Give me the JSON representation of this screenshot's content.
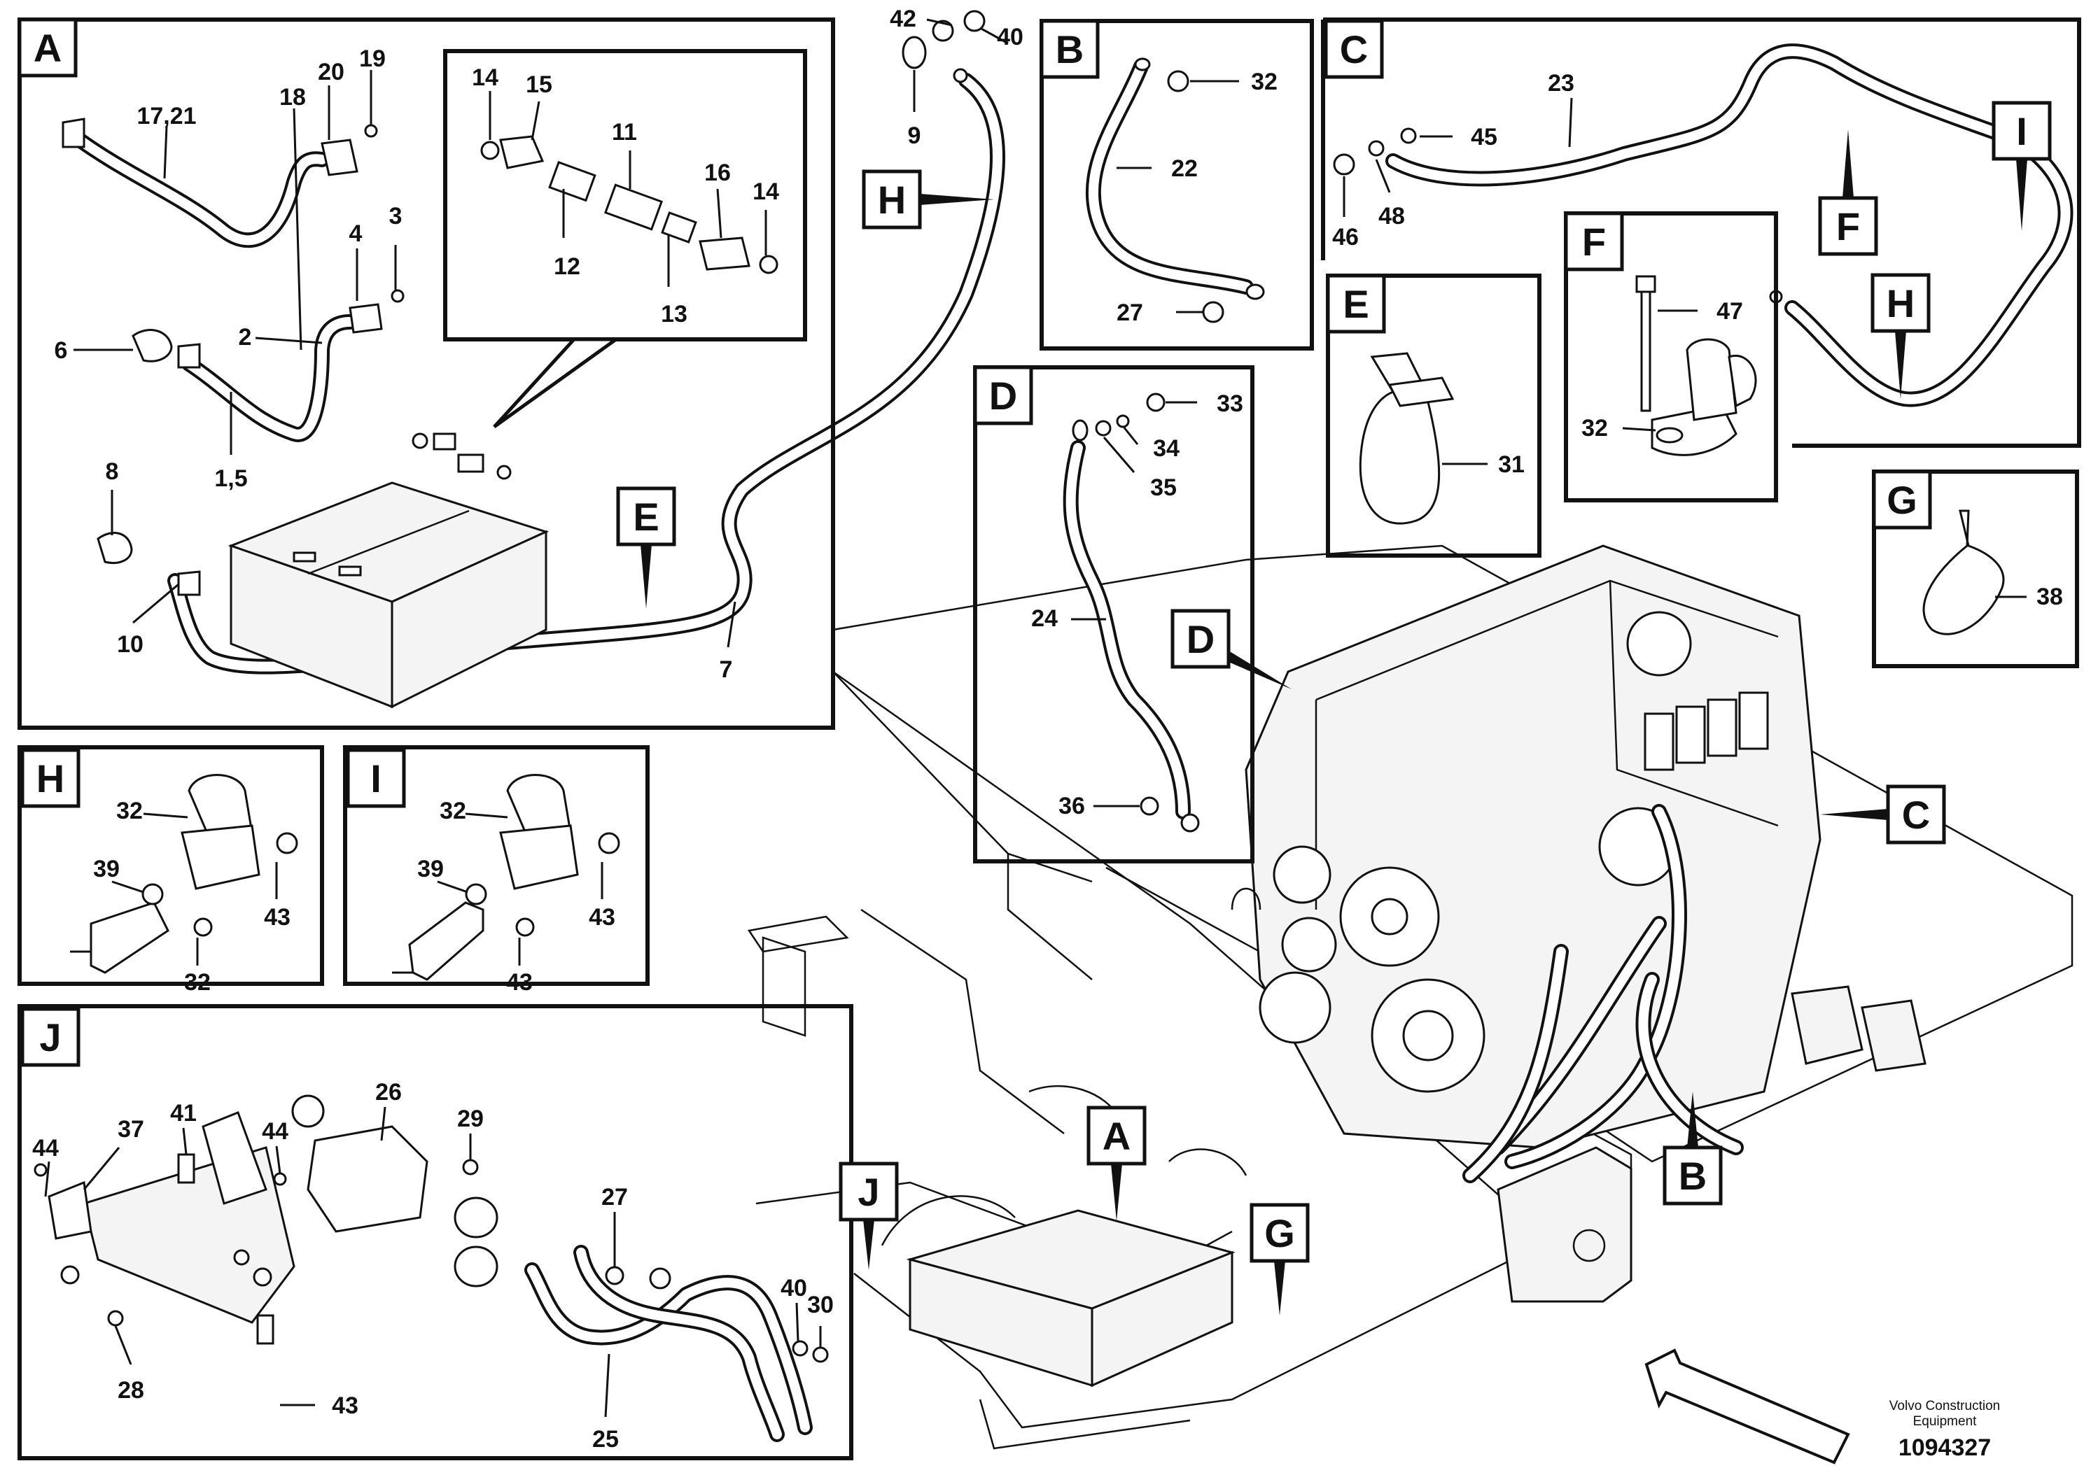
{
  "panels": {
    "A": {
      "letter": "A",
      "parts": [
        "17,21",
        "20",
        "19",
        "18",
        "14",
        "15",
        "11",
        "16",
        "14",
        "12",
        "13",
        "4",
        "3",
        "2",
        "6",
        "1,5",
        "8",
        "10",
        "7"
      ],
      "callouts": [
        "E"
      ]
    },
    "B": {
      "letter": "B",
      "parts": [
        "32",
        "22",
        "27"
      ]
    },
    "C": {
      "letter": "C",
      "parts": [
        "23",
        "45",
        "46",
        "48"
      ],
      "callouts": [
        "F",
        "I",
        "H"
      ]
    },
    "D": {
      "letter": "D",
      "parts": [
        "33",
        "34",
        "35",
        "24",
        "36"
      ]
    },
    "E": {
      "letter": "E",
      "parts": [
        "31"
      ]
    },
    "F": {
      "letter": "F",
      "parts": [
        "47",
        "32"
      ]
    },
    "G": {
      "letter": "G",
      "parts": [
        "38"
      ]
    },
    "H": {
      "letter": "H",
      "parts": [
        "32",
        "39",
        "43",
        "32"
      ]
    },
    "I": {
      "letter": "I",
      "parts": [
        "32",
        "39",
        "43",
        "43"
      ]
    },
    "J": {
      "letter": "J",
      "parts": [
        "44",
        "37",
        "41",
        "44",
        "26",
        "29",
        "27",
        "28",
        "43",
        "25",
        "40",
        "30"
      ]
    }
  },
  "cable_H": {
    "parts": [
      "42",
      "40",
      "9"
    ],
    "callout": "H"
  },
  "machine_callouts": [
    "A",
    "B",
    "C",
    "D",
    "G",
    "J"
  ],
  "footer": {
    "brand": "Volvo Construction",
    "brand_line2": "Equipment",
    "doc_number": "1094327"
  },
  "colors": {
    "ink": "#111111",
    "paper": "#ffffff"
  }
}
